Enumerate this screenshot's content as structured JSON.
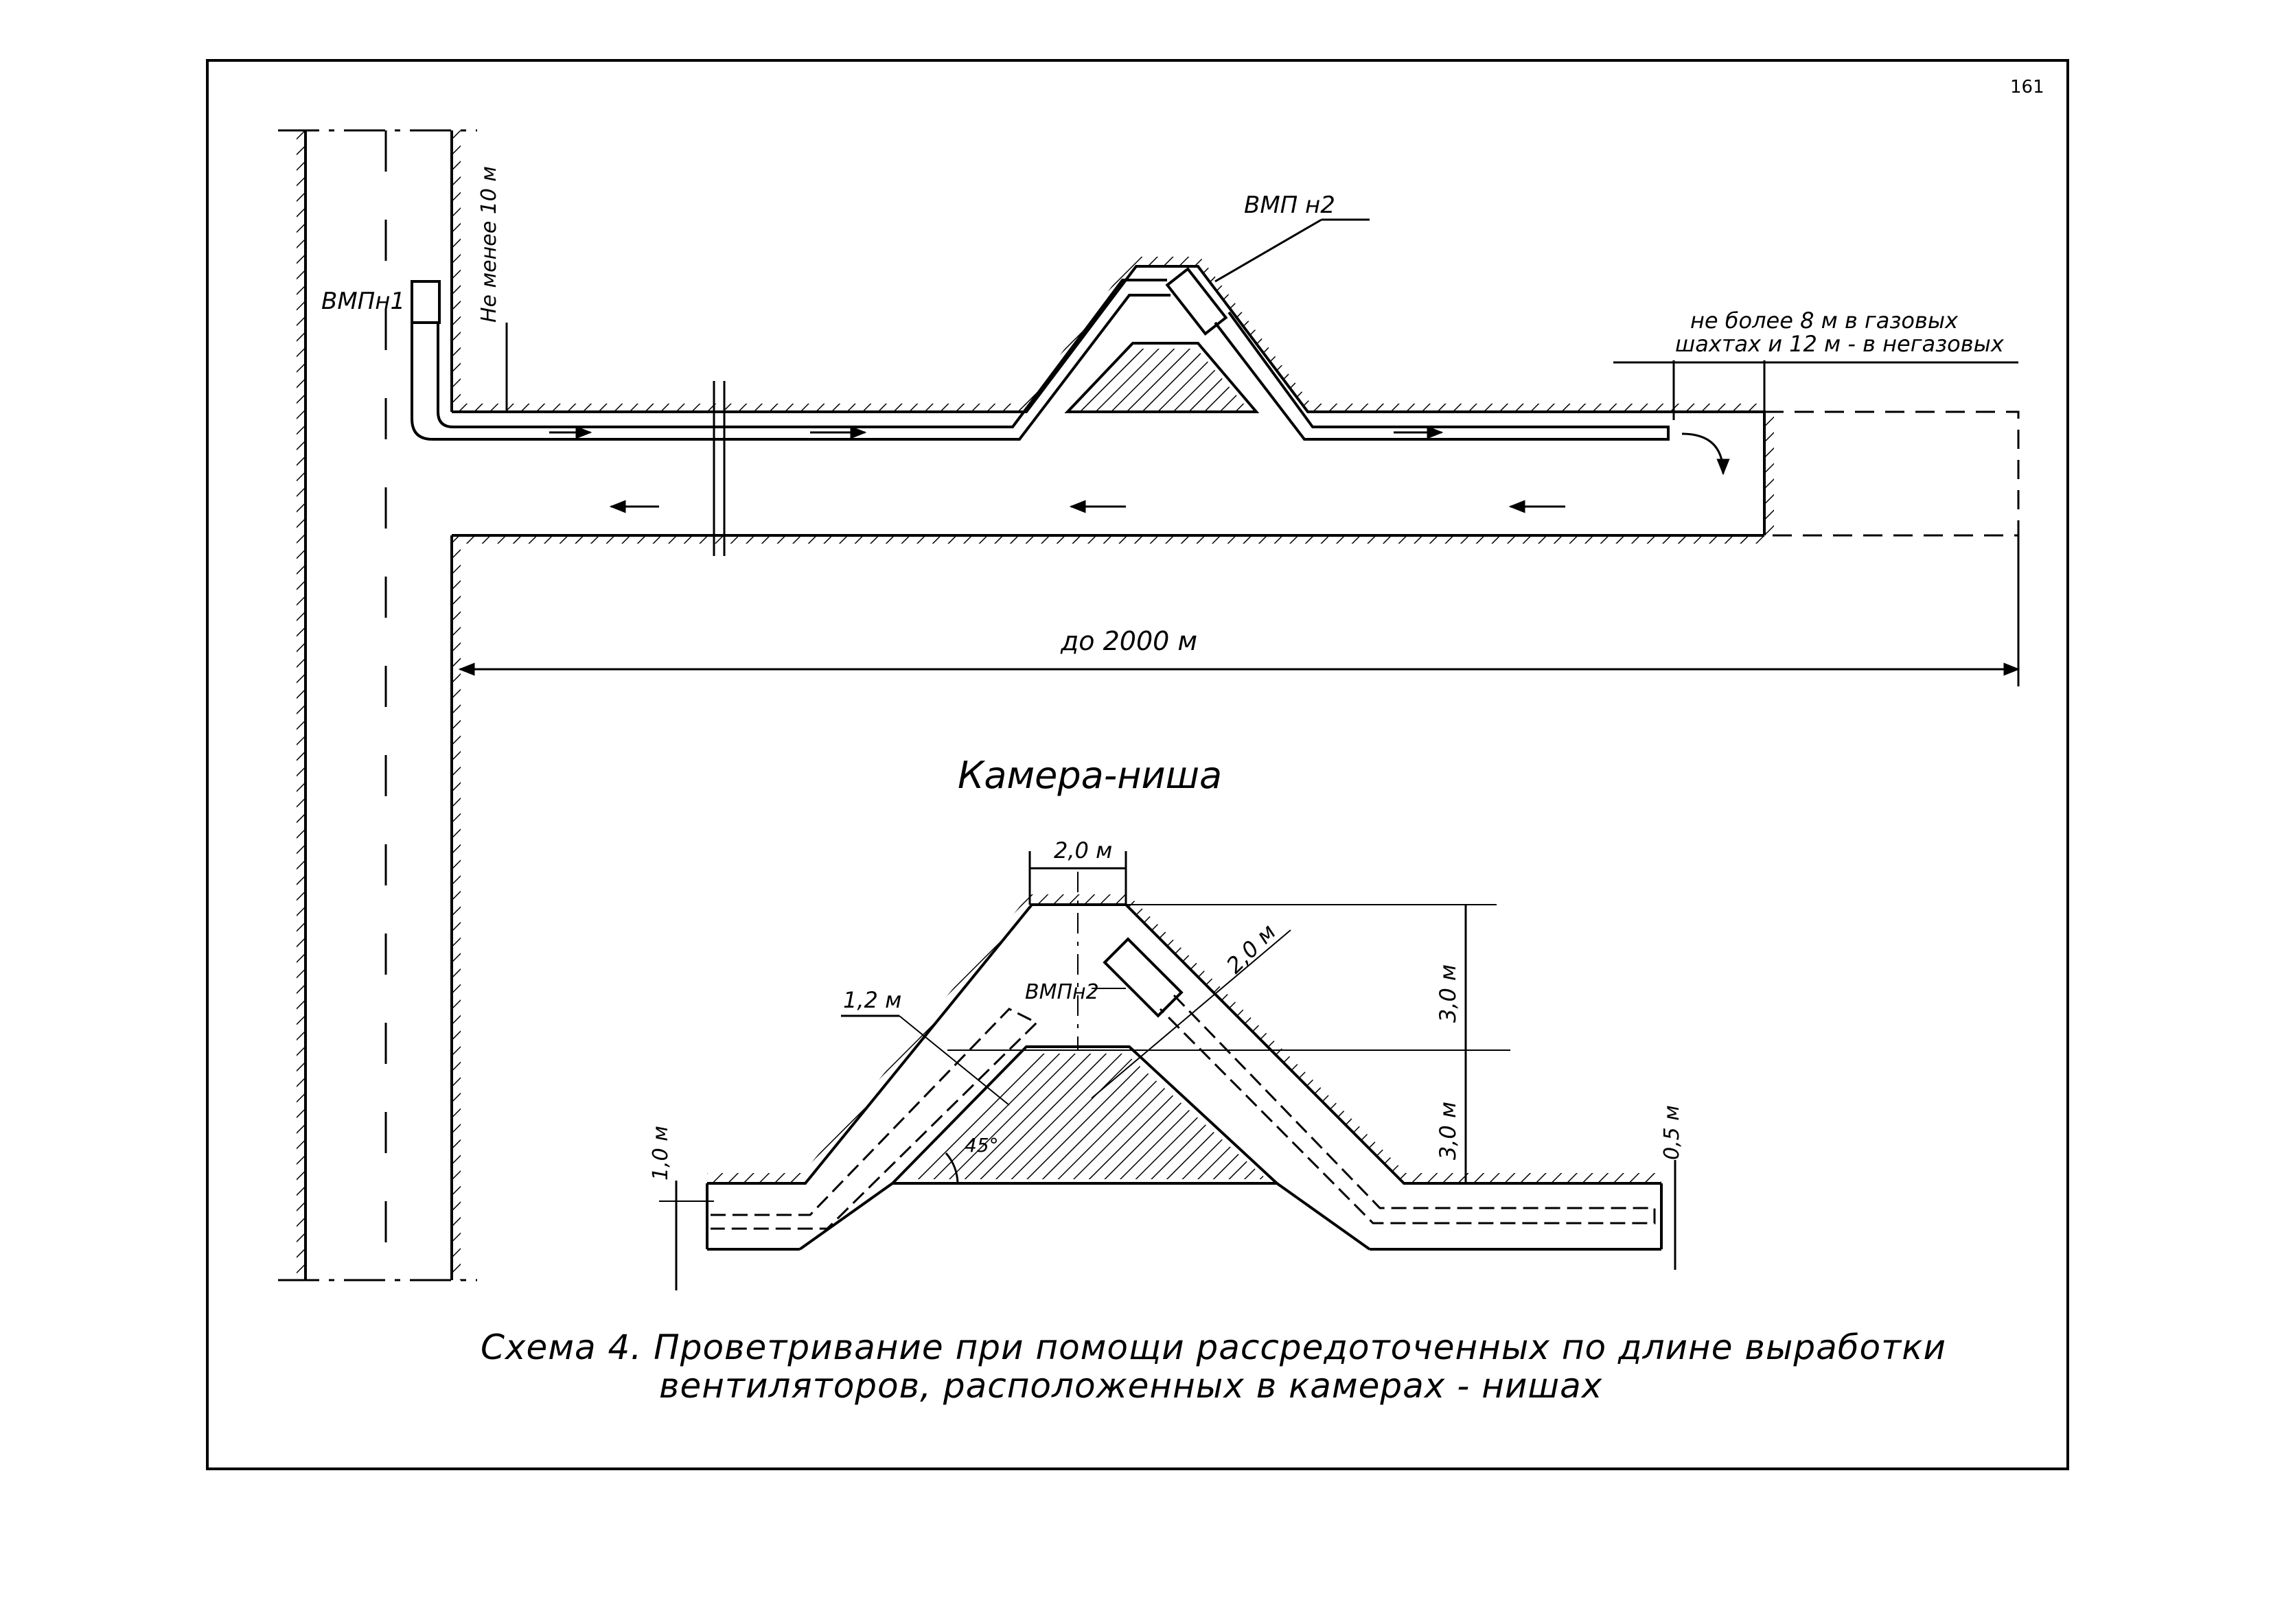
{
  "page": {
    "number": "161"
  },
  "main_scheme": {
    "fan1_label": "ВМПн1",
    "fan2_label": "ВМП н2",
    "min_distance_label": "Не менее 10 м",
    "max_distance_label_line1": "не более 8 м в газовых",
    "max_distance_label_line2": "шахтах и 12 м - в негазовых",
    "length_label": "до 2000 м"
  },
  "niche_detail": {
    "title": "Камера-ниша",
    "fan_label": "ВМПн2",
    "dim_top_width": "2,0 м",
    "dim_duct_offset": "2,0 м",
    "dim_upper_height": "3,0 м",
    "dim_lower_height": "3,0 м",
    "dim_left_offset": "1,2 м",
    "dim_left_gallery": "1,0 м",
    "dim_right_gallery": "0,5 м",
    "angle_label": "45°"
  },
  "caption": {
    "line1": "Схема 4. Проветривание при помощи рассредоточенных по длине выработки",
    "line2": "вентиляторов, расположенных в камерах - нишах"
  }
}
